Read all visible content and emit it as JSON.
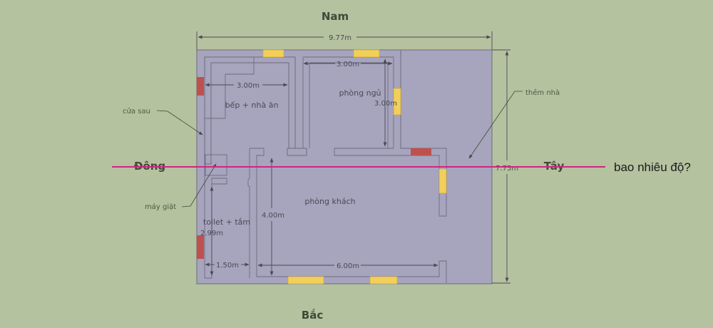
{
  "compass": {
    "north_top": "Nam",
    "south_bottom": "Bắc",
    "left": "Đông",
    "right": "Tây"
  },
  "dimensions": {
    "total_width": "9.77m",
    "total_height": "7.75m",
    "kitchen_width": "3.00m",
    "bedroom_width": "3.00m",
    "bedroom_height": "3.00m",
    "bath_height": "2.99m",
    "bath_width": "1.50m",
    "living_height": "4.00m",
    "living_width": "6.00m"
  },
  "rooms": {
    "kitchen": "bếp + nhà ăn",
    "bedroom": "phòng ngủ",
    "living": "phòng khách",
    "bath": "toilet + tắm"
  },
  "callouts": {
    "back_door": "cửa sau",
    "washer": "máy giặt",
    "porch": "thềm nhà"
  },
  "question": "bao nhiêu độ?",
  "colors": {
    "background": "#b4c29f",
    "floor": "#a7a4bd",
    "window": "#f2cf5b",
    "door": "#c0504d",
    "guide_line": "#d4237f"
  }
}
